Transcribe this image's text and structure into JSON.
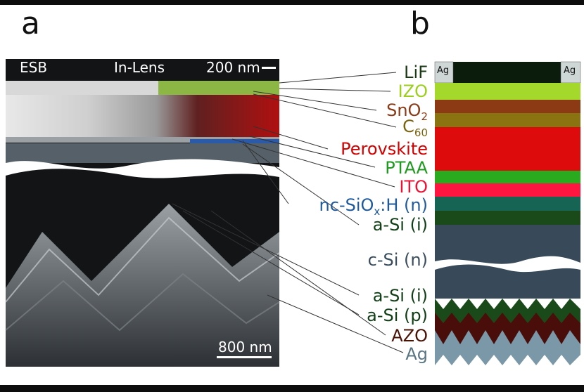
{
  "panel_a_label": "a",
  "panel_b_label": "b",
  "sem": {
    "detector_left": "ESB",
    "detector_right": "In-Lens",
    "scale_top": "200 nm",
    "scale_bottom": "800 nm"
  },
  "stack_labels": {
    "ag_left": "Ag",
    "ag_right": "Ag"
  },
  "layers": [
    {
      "key": "lif",
      "text": "LiF",
      "sub": "",
      "tail": "",
      "color": "#1a3a14"
    },
    {
      "key": "izo",
      "text": "IZO",
      "sub": "",
      "tail": "",
      "color": "#9ccf1c"
    },
    {
      "key": "sno2",
      "text": "SnO",
      "sub": "2",
      "tail": "",
      "color": "#8b3a16"
    },
    {
      "key": "c60",
      "text": "C",
      "sub": "60",
      "tail": "",
      "color": "#7a6410"
    },
    {
      "key": "perovskite",
      "text": "Perovskite",
      "sub": "",
      "tail": "",
      "color": "#d40000"
    },
    {
      "key": "ptaa",
      "text": "PTAA",
      "sub": "",
      "tail": "",
      "color": "#1f9a1f"
    },
    {
      "key": "ito",
      "text": "ITO",
      "sub": "",
      "tail": "",
      "color": "#ee1133"
    },
    {
      "key": "ncsiox",
      "text": "nc-SiO",
      "sub": "x",
      "tail": ":H (n)",
      "color": "#1e5a9c"
    },
    {
      "key": "asi_i_top",
      "text": "a-Si (i)",
      "sub": "",
      "tail": "",
      "color": "#0f3d14"
    },
    {
      "key": "csi",
      "text": "c-Si (n)",
      "sub": "",
      "tail": "",
      "color": "#3a4d5c"
    },
    {
      "key": "asi_i_bot",
      "text": "a-Si (i)",
      "sub": "",
      "tail": "",
      "color": "#0f3d14"
    },
    {
      "key": "asi_p",
      "text": "a-Si (p)",
      "sub": "",
      "tail": "",
      "color": "#0f3d14"
    },
    {
      "key": "azo",
      "text": "AZO",
      "sub": "",
      "tail": "",
      "color": "#4a1205"
    },
    {
      "key": "ag",
      "text": "Ag",
      "sub": "",
      "tail": "",
      "color": "#5a7482"
    }
  ],
  "colors": {
    "lif": "#0c1c0c",
    "izo": "#a4d82a",
    "sno2": "#8c3a14",
    "c60": "#8a7412",
    "perovskite": "#dd0b0b",
    "ptaa": "#2aaa1e",
    "ito": "#ff1640",
    "ncsiox": "#156454",
    "asi": "#1a4a1a",
    "csi": "#384a5a",
    "azo": "#4a0e0a",
    "ag": "#7a98a8",
    "ag_contact": "#cfd7d6"
  }
}
